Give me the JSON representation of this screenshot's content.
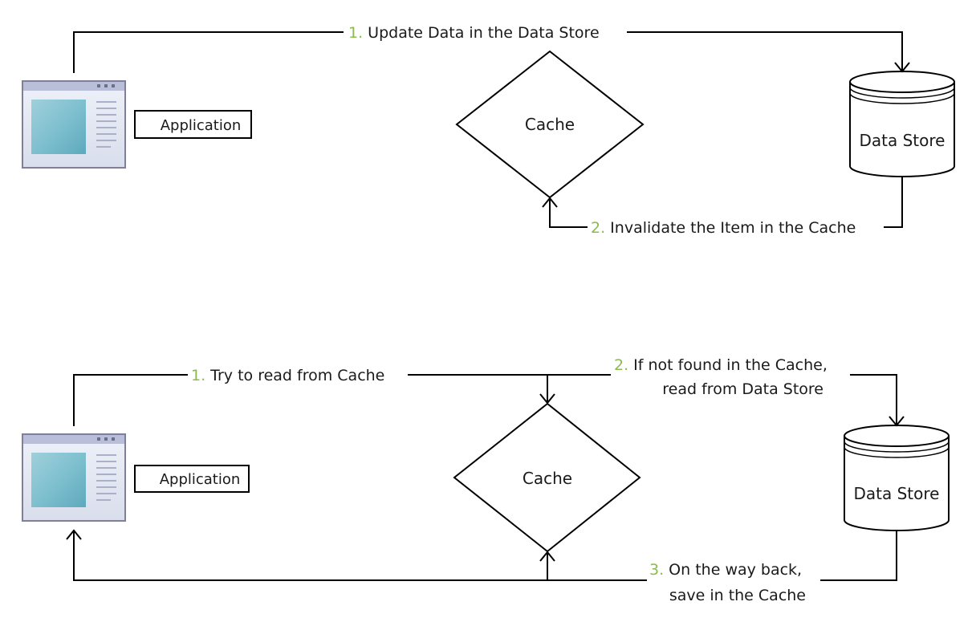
{
  "top": {
    "application_label": "Application",
    "cache_label": "Cache",
    "datastore_label": "Data Store",
    "step1": {
      "num": "1.",
      "text": " Update Data in the Data Store"
    },
    "step2": {
      "num": "2.",
      "text": " Invalidate the Item in the Cache"
    }
  },
  "bottom": {
    "application_label": "Application",
    "cache_label": "Cache",
    "datastore_label": "Data Store",
    "step1": {
      "num": "1.",
      "text": " Try to read from Cache"
    },
    "step2": {
      "num": "2.",
      "text": " If not found in the Cache,",
      "line2": "read from Data Store"
    },
    "step3": {
      "num": "3.",
      "text": " On the way back,",
      "line2": "save in the Cache"
    }
  },
  "colors": {
    "step_number": "#8bbb4f",
    "window_frame": "#7f7f9a",
    "window_titlebar": "#b9bfd9",
    "window_body": "#e6eaf4",
    "window_pane": "#79bccb"
  }
}
